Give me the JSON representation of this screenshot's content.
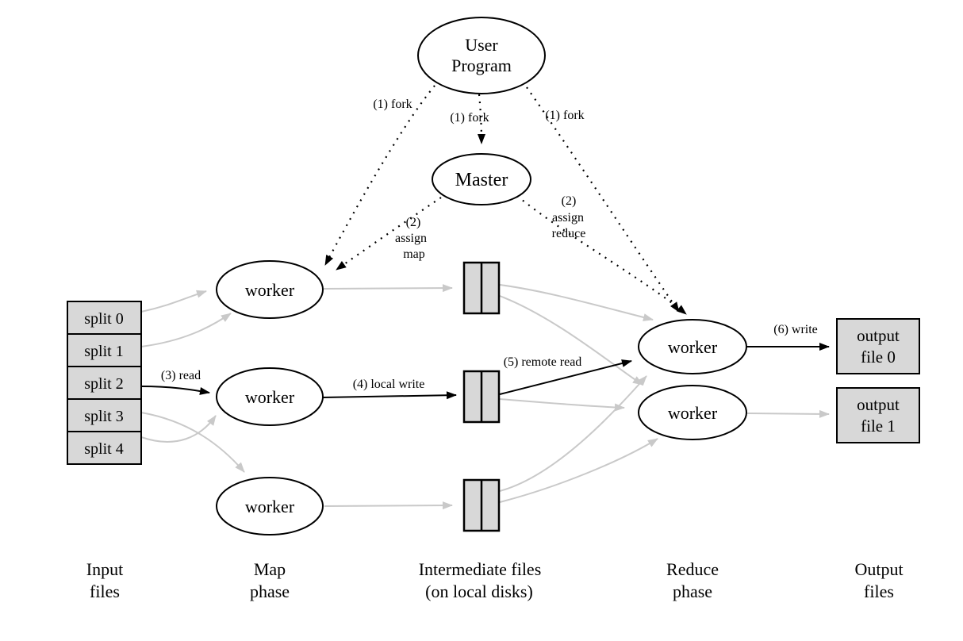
{
  "nodes": {
    "user_program": {
      "lines": [
        "User",
        "Program"
      ]
    },
    "master": {
      "label": "Master"
    },
    "map_workers": [
      {
        "label": "worker"
      },
      {
        "label": "worker"
      },
      {
        "label": "worker"
      }
    ],
    "reduce_workers": [
      {
        "label": "worker"
      },
      {
        "label": "worker"
      }
    ],
    "input_splits": [
      {
        "label": "split 0"
      },
      {
        "label": "split 1"
      },
      {
        "label": "split 2"
      },
      {
        "label": "split 3"
      },
      {
        "label": "split 4"
      }
    ],
    "output_files": [
      {
        "lines": [
          "output",
          "file 0"
        ]
      },
      {
        "lines": [
          "output",
          "file 1"
        ]
      }
    ]
  },
  "edge_labels": {
    "fork_left": "(1) fork",
    "fork_center": "(1) fork",
    "fork_right": "(1) fork",
    "assign_map": {
      "lines": [
        "(2)",
        "assign",
        "map"
      ]
    },
    "assign_reduce": {
      "lines": [
        "(2)",
        "assign",
        "reduce"
      ]
    },
    "read": "(3) read",
    "local_write": "(4) local write",
    "remote_read": "(5) remote read",
    "write": "(6) write"
  },
  "phase_labels": {
    "input_files": {
      "lines": [
        "Input",
        "files"
      ]
    },
    "map_phase": {
      "lines": [
        "Map",
        "phase"
      ]
    },
    "intermediate_files": {
      "lines": [
        "Intermediate files",
        "(on local disks)"
      ]
    },
    "reduce_phase": {
      "lines": [
        "Reduce",
        "phase"
      ]
    },
    "output_files": {
      "lines": [
        "Output",
        "files"
      ]
    }
  },
  "colors": {
    "background": "#ffffff",
    "node_fill": "#ffffff",
    "box_fill": "#d8d8d8",
    "stroke": "#000000",
    "gray_edge": "#c9c9c9"
  }
}
